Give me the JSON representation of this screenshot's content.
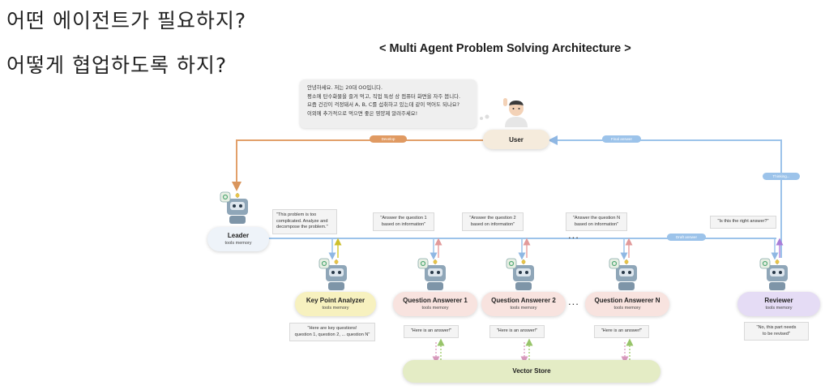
{
  "slide": {
    "question_1": "어떤 에이전트가 필요하지?",
    "question_2": "어떻게 협업하도록 하지?"
  },
  "diagram": {
    "title": "< Multi Agent  Problem Solving Architecture >",
    "user_message": [
      "안녕하세요. 저는 20대 OO입니다.",
      "평소에 탄수화물을 즐겨 먹고, 직업 특성 상 컴퓨터 화면을 자주 봅니다.",
      "요즘 건강이 걱정돼서 A, B, C를 섭취하고 있는데 같이 먹어도 되나요?",
      "이외에 추가적으로 먹으면 좋은 영양제 알려주세요!"
    ],
    "edge_labels": {
      "develop": "Develop",
      "final_answer": "Final answer",
      "thinking": "Thinking...",
      "draft_answer": "Draft answer"
    },
    "nodes": {
      "user": {
        "name": "User"
      },
      "leader": {
        "name": "Leader",
        "sub": "tools memory"
      },
      "kpa": {
        "name": "Key Point Analyzer",
        "sub": "tools memory"
      },
      "qa1": {
        "name": "Question Answerer 1",
        "sub": "tools memory"
      },
      "qa2": {
        "name": "Question Answerer 2",
        "sub": "tools memory"
      },
      "qan": {
        "name": "Question Answerer N",
        "sub": "tools memory"
      },
      "reviewer": {
        "name": "Reviewer",
        "sub": "tools memory"
      },
      "vector_store": {
        "name": "Vector Store"
      }
    },
    "top_notes": {
      "leader_to_kpa": [
        "\"This problem is too",
        "complicated. Analyze and",
        "decompose the problem.\""
      ],
      "to_qa1": [
        "\"Answer the question 1",
        "based on information\""
      ],
      "to_qa2": [
        "\"Answer the question 2",
        "based on information\""
      ],
      "to_qan": [
        "\"Answer the question N",
        "based on information\""
      ],
      "to_reviewer": [
        "\"Is this the right answer?\""
      ]
    },
    "bottom_notes": {
      "kpa": [
        "\"Here are key questions!",
        "question 1, question 2, ... question N\""
      ],
      "qa1": [
        "\"Here is an answer!\""
      ],
      "qa2": [
        "\"Here is an answer!\""
      ],
      "qan": [
        "\"Here is an answer!\""
      ],
      "reviewer": [
        "\"No, this part needs",
        "to be revised\""
      ]
    },
    "ellipsis": "...",
    "colors": {
      "blue_line": "#9cc3ea",
      "orange_line": "#e2a06a",
      "red_arrow": "#e8a5a5",
      "yellow_arrow": "#d8cc3c",
      "purple_arrow": "#b48be0",
      "green_arrow": "#a9d27a",
      "pink_arrow": "#e0a8c8",
      "leader_fill": "#eef3f9",
      "user_fill": "#f5ebdc",
      "kpa_fill": "#f7f1bf",
      "qa_fill": "#f8e3df",
      "reviewer_fill": "#e5dcf5",
      "vector_fill": "#e4ecc5"
    }
  }
}
